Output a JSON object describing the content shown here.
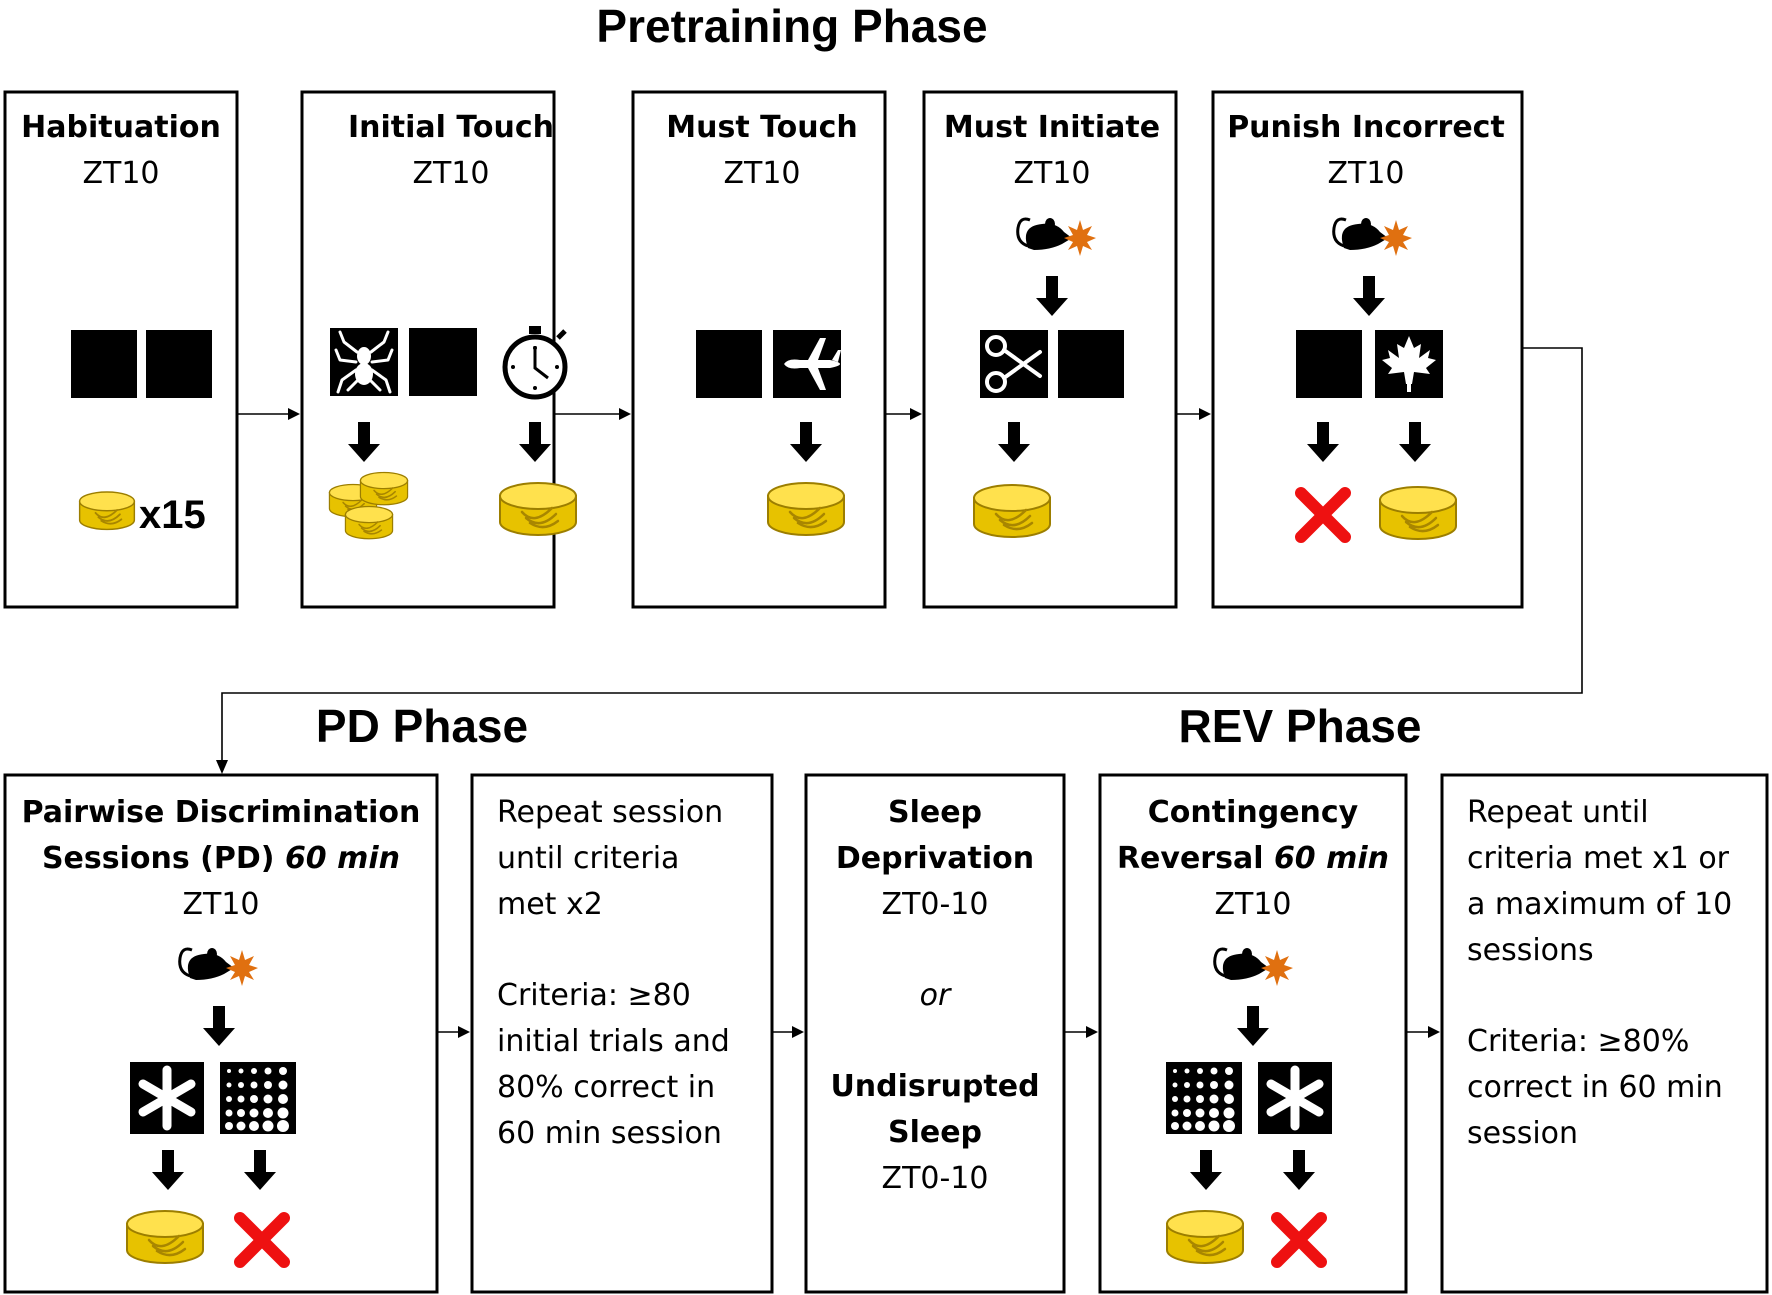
{
  "phases": {
    "pretraining": "Pretraining Phase",
    "pd": "PD Phase",
    "rev": "REV Phase"
  },
  "stages": {
    "habituation": {
      "title": "Habituation",
      "zt": "ZT10",
      "reward_count": "x15"
    },
    "initial_touch": {
      "title": "Initial Touch",
      "zt": "ZT10"
    },
    "must_touch": {
      "title": "Must Touch",
      "zt": "ZT10"
    },
    "must_initiate": {
      "title": "Must Initiate",
      "zt": "ZT10"
    },
    "punish_incorrect": {
      "title": "Punish Incorrect",
      "zt": "ZT10"
    },
    "pairwise": {
      "title_line1": "Pairwise Discrimination",
      "title_line2": "Sessions (PD)",
      "duration": "60 min",
      "zt": "ZT10"
    },
    "pd_repeat": {
      "lines": [
        "Repeat session",
        "until criteria",
        "met x2",
        "",
        "Criteria: ≥80",
        "initial trials and",
        "80% correct in",
        "60 min session"
      ]
    },
    "sleep": {
      "title_a_line1": "Sleep",
      "title_a_line2": "Deprivation",
      "zt_a": "ZT0-10",
      "or": "or",
      "title_b_line1": "Undisrupted",
      "title_b_line2": "Sleep",
      "zt_b": "ZT0-10"
    },
    "reversal": {
      "title_line1": "Contingency",
      "title_line2": "Reversal",
      "duration": "60 min",
      "zt": "ZT10"
    },
    "rev_repeat": {
      "lines": [
        "Repeat until",
        "criteria met x1 or",
        "a maximum of 10",
        "sessions",
        "",
        "Criteria: ≥80%",
        "correct in 60 min",
        "session"
      ]
    }
  },
  "colors": {
    "reward_gold": "#ffe14d",
    "incorrect_red": "#ee1111",
    "nosepoke_orange": "#e07010"
  },
  "icons": [
    "spider-icon",
    "stopwatch-icon",
    "airplane-icon",
    "scissors-icon",
    "maple-leaf-icon",
    "mouse-nosepoke-icon",
    "reward-pellet-icon",
    "incorrect-x-icon",
    "star-burst-icon",
    "dot-grid-icon"
  ]
}
